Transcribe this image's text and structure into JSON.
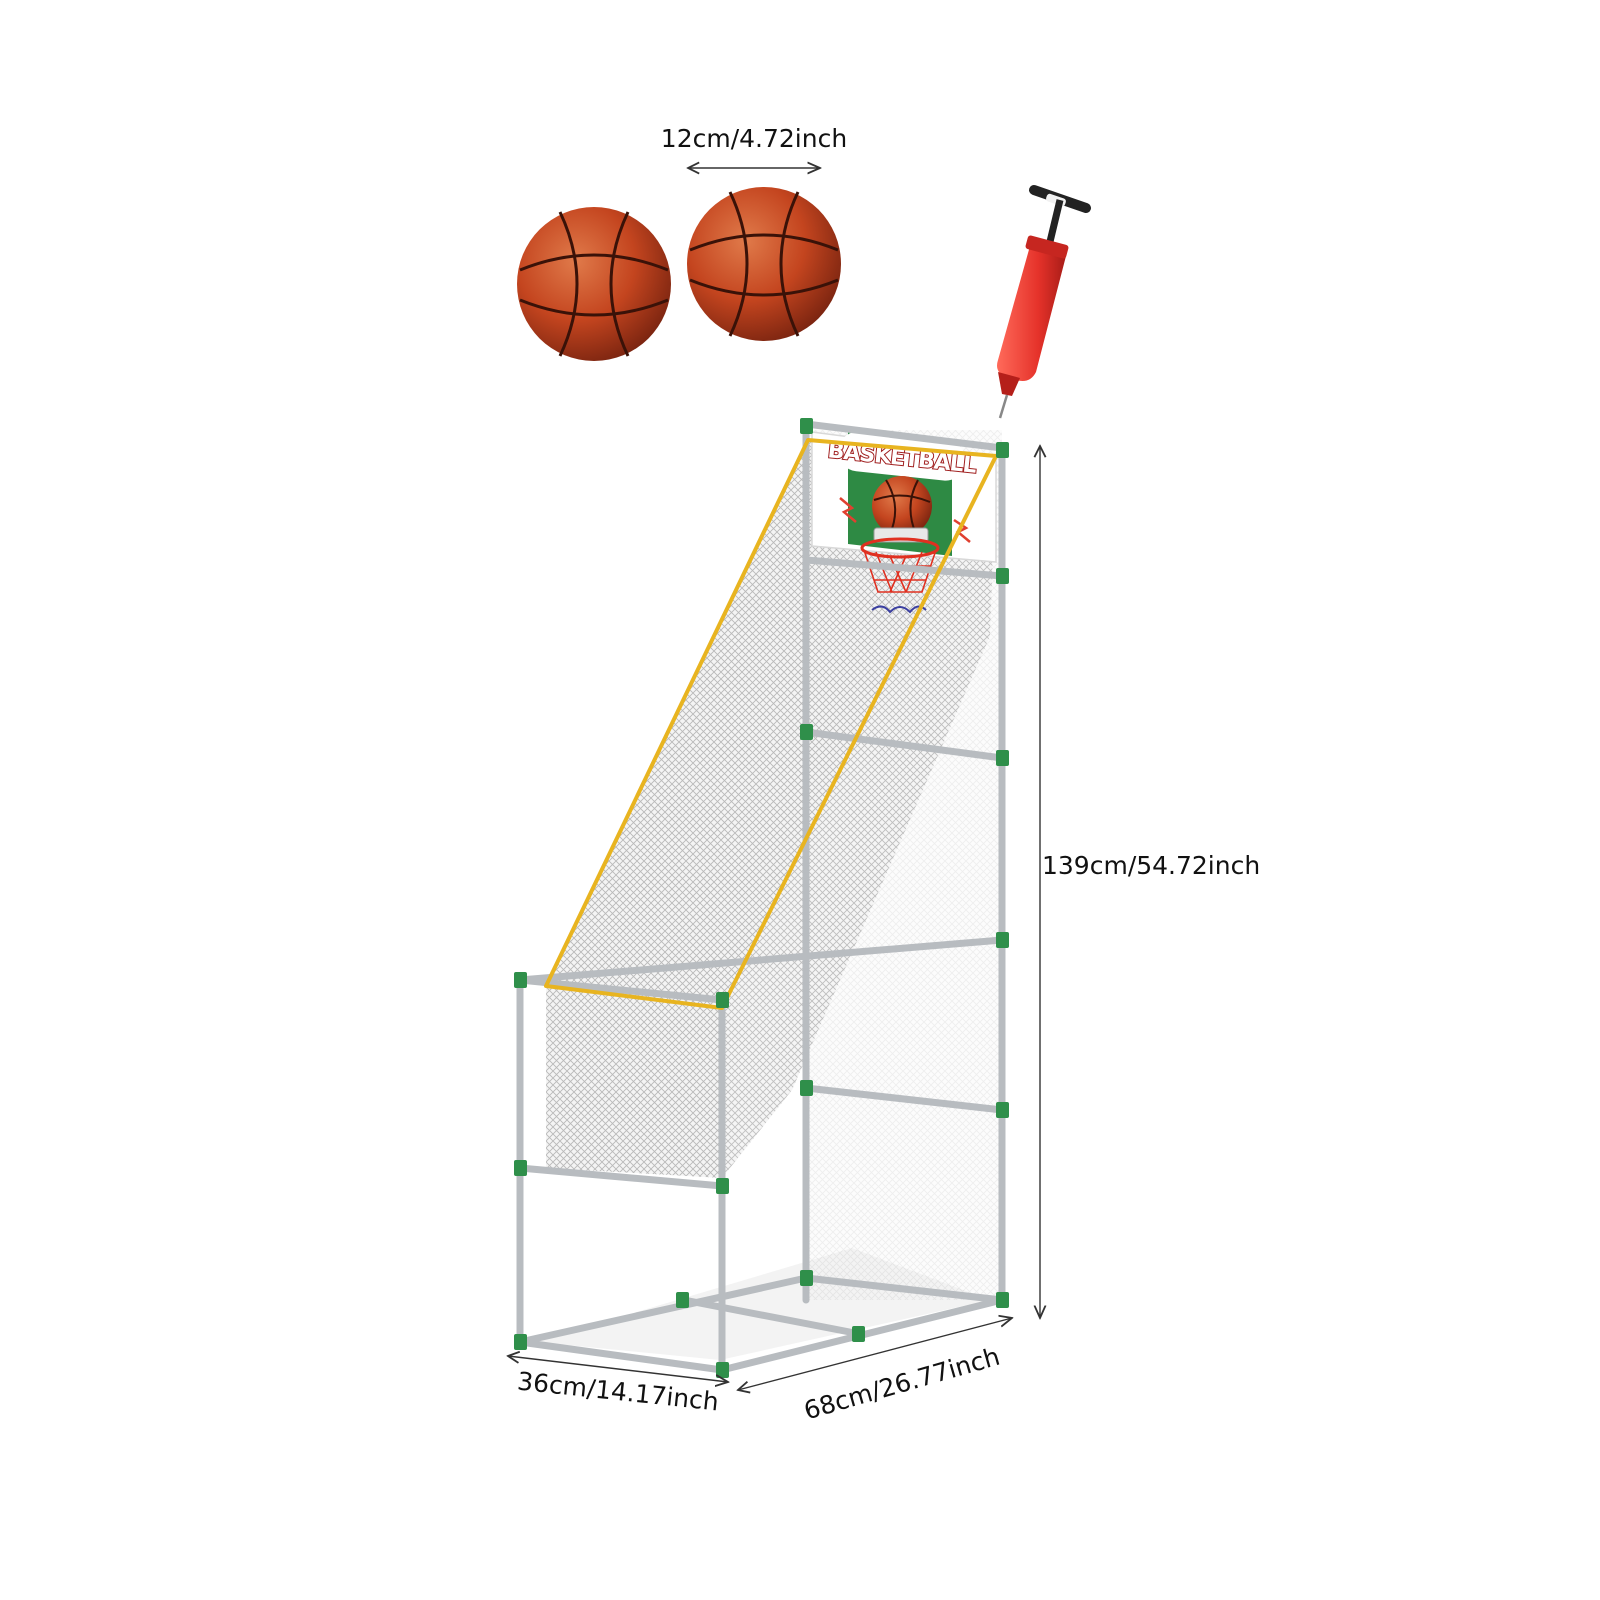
{
  "dimensions": {
    "ball_diameter": "12cm/4.72inch",
    "height": "139cm/54.72inch",
    "depth": "36cm/14.17inch",
    "width": "68cm/26.77inch"
  },
  "backboard": {
    "brand_text": "BASKETBALL"
  },
  "colors": {
    "frame_pipe": "#b8bcc0",
    "joint": "#2f8f4a",
    "net_edge": "#e8b420",
    "ball": "#c4451f",
    "pump_body": "#e5322a",
    "backboard_panel": "#2e8a44"
  },
  "icons": {
    "ball": "basketball-icon",
    "pump": "hand-pump-icon",
    "hoop": "basketball-hoop-icon"
  }
}
